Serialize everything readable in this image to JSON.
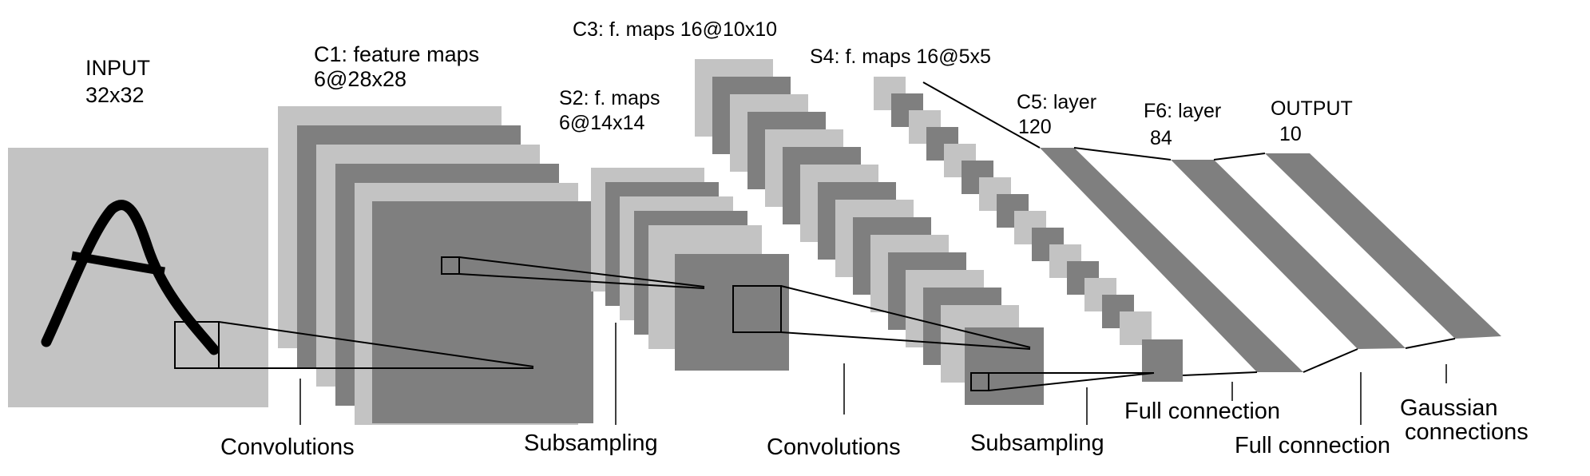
{
  "colors": {
    "light": "#c3c3c3",
    "dark": "#7f7f7f",
    "line": "#000000",
    "background": "#ffffff"
  },
  "layers": {
    "input": {
      "title": "INPUT",
      "size": "32x32"
    },
    "c1": {
      "title": "C1: feature maps",
      "size": "6@28x28"
    },
    "s2": {
      "title": "S2: f. maps",
      "size": "6@14x14"
    },
    "c3": {
      "title": "C3: f. maps 16@10x10"
    },
    "s4": {
      "title": "S4: f. maps 16@5x5"
    },
    "c5": {
      "title": "C5: layer",
      "size": "120"
    },
    "f6": {
      "title": "F6: layer",
      "size": "84"
    },
    "output": {
      "title": "OUTPUT",
      "size": "10"
    }
  },
  "operations": {
    "conv1": "Convolutions",
    "sub1": "Subsampling",
    "conv2": "Convolutions",
    "sub2": "Subsampling",
    "full1": "Full connection",
    "full2": "Full connection",
    "gauss_line1": "Gaussian",
    "gauss_line2": "connections"
  },
  "input_glyph": "A-icon"
}
